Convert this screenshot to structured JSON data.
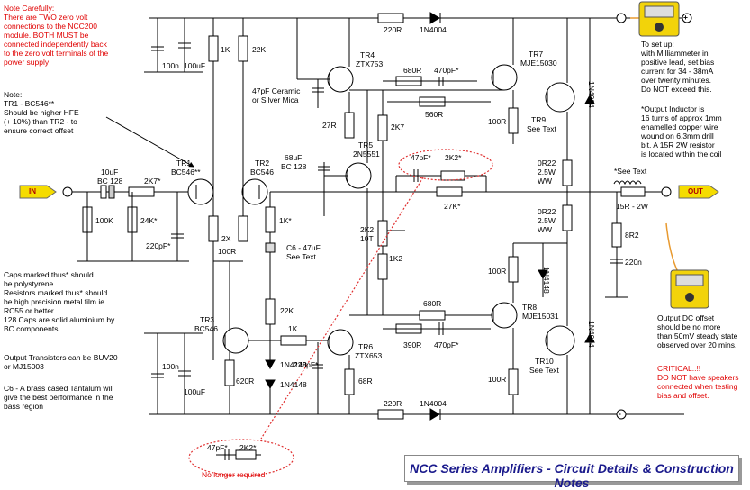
{
  "title": "NCC Series Amplifiers - Circuit Details & Construction Notes",
  "colors": {
    "wire": "#000000",
    "note_red": "#e00000",
    "dotted": "#e03030",
    "title_blue": "#1a1a8c",
    "meter_yellow": "#f2d30a",
    "port_yellow": "#f5dc00",
    "probe_orange": "#e89a30"
  },
  "ports": {
    "input": "IN",
    "output": "OUT"
  },
  "notes": {
    "careful": [
      "Note Carefully:",
      "There are TWO zero volt",
      "connections to the NCC200",
      "module.  BOTH MUST be",
      "connected independently back",
      "to the zero volt terminals of the",
      "power supply"
    ],
    "tr1": [
      "Note:",
      "TR1 - BC546**",
      "Should be higher HFE",
      "(+ 10%) than TR2 - to",
      "ensure correct offset"
    ],
    "caps": [
      "Caps marked thus* should",
      "be polystyrene",
      "Resistors marked thus* should",
      "be high precision metal film ie.",
      "RC55 or better",
      "128 Caps are solid aluminium by",
      "BC components"
    ],
    "output_tr": [
      "Output Transistors can be BUV20",
      "or MJ15003"
    ],
    "c6": [
      "C6 - A brass cased Tantalum will",
      "give the best performance in the",
      "bass region"
    ],
    "setup": [
      "To set up:",
      "with Milliammeter in",
      "positive lead, set bias",
      "current for 34 - 38mA",
      "over twenty minutes.",
      "Do NOT exceed this."
    ],
    "inductor": [
      "*Output Inductor is",
      "16 turns of approx 1mm",
      "enamelled copper wire",
      "wound on 6.3mm drill",
      "bit.  A 15R 2W resistor",
      "is located within the coil"
    ],
    "offset": [
      "Output DC offset",
      "should be no more",
      "than 50mV steady state",
      "observed over 20 mins."
    ],
    "critical": [
      "CRITICAL..!!",
      "DO NOT have speakers",
      "connected when testing",
      "bias and offset."
    ]
  },
  "labels": [
    {
      "id": "c100n_top",
      "text": "100n"
    },
    {
      "id": "c100u_top",
      "text": "100uF"
    },
    {
      "id": "r1k_top",
      "text": "1K"
    },
    {
      "id": "r22k_top",
      "text": "22K"
    },
    {
      "id": "r220r_top",
      "text": "220R"
    },
    {
      "id": "d_top",
      "text": "1N4004"
    },
    {
      "id": "tr4",
      "text": "TR4"
    },
    {
      "id": "tr4p",
      "text": "ZTX753"
    },
    {
      "id": "c47_cer",
      "text": "47pF Ceramic"
    },
    {
      "id": "c47_cer2",
      "text": "or Silver Mica"
    },
    {
      "id": "r680_top",
      "text": "680R"
    },
    {
      "id": "c470_top",
      "text": "470pF*"
    },
    {
      "id": "r560",
      "text": "560R"
    },
    {
      "id": "tr7",
      "text": "TR7"
    },
    {
      "id": "tr7p",
      "text": "MJE15030"
    },
    {
      "id": "r100_tr9",
      "text": "100R"
    },
    {
      "id": "tr9",
      "text": "TR9"
    },
    {
      "id": "tr9s",
      "text": "See Text"
    },
    {
      "id": "d_right_top",
      "text": "1N4004"
    },
    {
      "id": "r27r",
      "text": "27R"
    },
    {
      "id": "r2k7",
      "text": "2K7"
    },
    {
      "id": "tr5",
      "text": "TR5"
    },
    {
      "id": "tr5p",
      "text": "2N5551"
    },
    {
      "id": "c68",
      "text": "68uF"
    },
    {
      "id": "c68b",
      "text": "BC 128"
    },
    {
      "id": "tr1",
      "text": "TR1"
    },
    {
      "id": "tr1p",
      "text": "BC546**"
    },
    {
      "id": "tr2",
      "text": "TR2"
    },
    {
      "id": "tr2p",
      "text": "BC546"
    },
    {
      "id": "c10u",
      "text": "10uF"
    },
    {
      "id": "c10ub",
      "text": "BC 128"
    },
    {
      "id": "r2k7s",
      "text": "2K7*"
    },
    {
      "id": "r100k",
      "text": "100K"
    },
    {
      "id": "r24k",
      "text": "24K*"
    },
    {
      "id": "c220p",
      "text": "220pF*"
    },
    {
      "id": "r2x",
      "text": "2X"
    },
    {
      "id": "r100r_ltp",
      "text": "100R"
    },
    {
      "id": "r1ks",
      "text": "1K*"
    },
    {
      "id": "c6",
      "text": "C6 - 47uF"
    },
    {
      "id": "c6s",
      "text": "See Text"
    },
    {
      "id": "c47s",
      "text": "47pF*"
    },
    {
      "id": "r2k2s",
      "text": "2K2*"
    },
    {
      "id": "r27ks",
      "text": "27K*"
    },
    {
      "id": "r0r22a",
      "text": "0R22"
    },
    {
      "id": "r0r22a2",
      "text": "2.5W"
    },
    {
      "id": "r0r22a3",
      "text": "WW"
    },
    {
      "id": "r0r22b",
      "text": "0R22"
    },
    {
      "id": "r0r22b2",
      "text": "2.5W"
    },
    {
      "id": "r0r22b3",
      "text": "WW"
    },
    {
      "id": "seetext_ind",
      "text": "*See Text"
    },
    {
      "id": "r15r",
      "text": "15R - 2W"
    },
    {
      "id": "r8r2",
      "text": "8R2"
    },
    {
      "id": "c220n",
      "text": "220n"
    },
    {
      "id": "pot",
      "text": "2K2"
    },
    {
      "id": "pot2",
      "text": "10T"
    },
    {
      "id": "r1k2",
      "text": "1K2"
    },
    {
      "id": "r22k_mid",
      "text": "22K"
    },
    {
      "id": "tr3",
      "text": "TR3"
    },
    {
      "id": "tr3p",
      "text": "BC546"
    },
    {
      "id": "r620",
      "text": "620R"
    },
    {
      "id": "r1k_mid",
      "text": "1K"
    },
    {
      "id": "d4148a",
      "text": "1N4148"
    },
    {
      "id": "d4148b",
      "text": "1N4148"
    },
    {
      "id": "c220p_b",
      "text": "220pF*"
    },
    {
      "id": "tr6",
      "text": "TR6"
    },
    {
      "id": "tr6p",
      "text": "ZTX653"
    },
    {
      "id": "r68r",
      "text": "68R"
    },
    {
      "id": "r680_bot",
      "text": "680R"
    },
    {
      "id": "r390",
      "text": "390R"
    },
    {
      "id": "c470_bot",
      "text": "470pF*"
    },
    {
      "id": "tr8",
      "text": "TR8"
    },
    {
      "id": "tr8p",
      "text": "MJE15031"
    },
    {
      "id": "r100_tr8",
      "text": "100R"
    },
    {
      "id": "d4148_r",
      "text": "1N4148"
    },
    {
      "id": "tr10",
      "text": "TR10"
    },
    {
      "id": "tr10s",
      "text": "See Text"
    },
    {
      "id": "r100_tr10",
      "text": "100R"
    },
    {
      "id": "d_right_bot",
      "text": "1N4004"
    },
    {
      "id": "c100n_bot",
      "text": "100n"
    },
    {
      "id": "c100u_bot",
      "text": "100uF"
    },
    {
      "id": "r220r_bot",
      "text": "220R"
    },
    {
      "id": "d_bot",
      "text": "1N4004"
    },
    {
      "id": "old_c",
      "text": "47pF*"
    },
    {
      "id": "old_r",
      "text": "2K2*"
    },
    {
      "id": "plus_sym",
      "text": "+"
    },
    {
      "id": "minus_sym",
      "text": "-"
    }
  ],
  "no_longer": "No longer required"
}
